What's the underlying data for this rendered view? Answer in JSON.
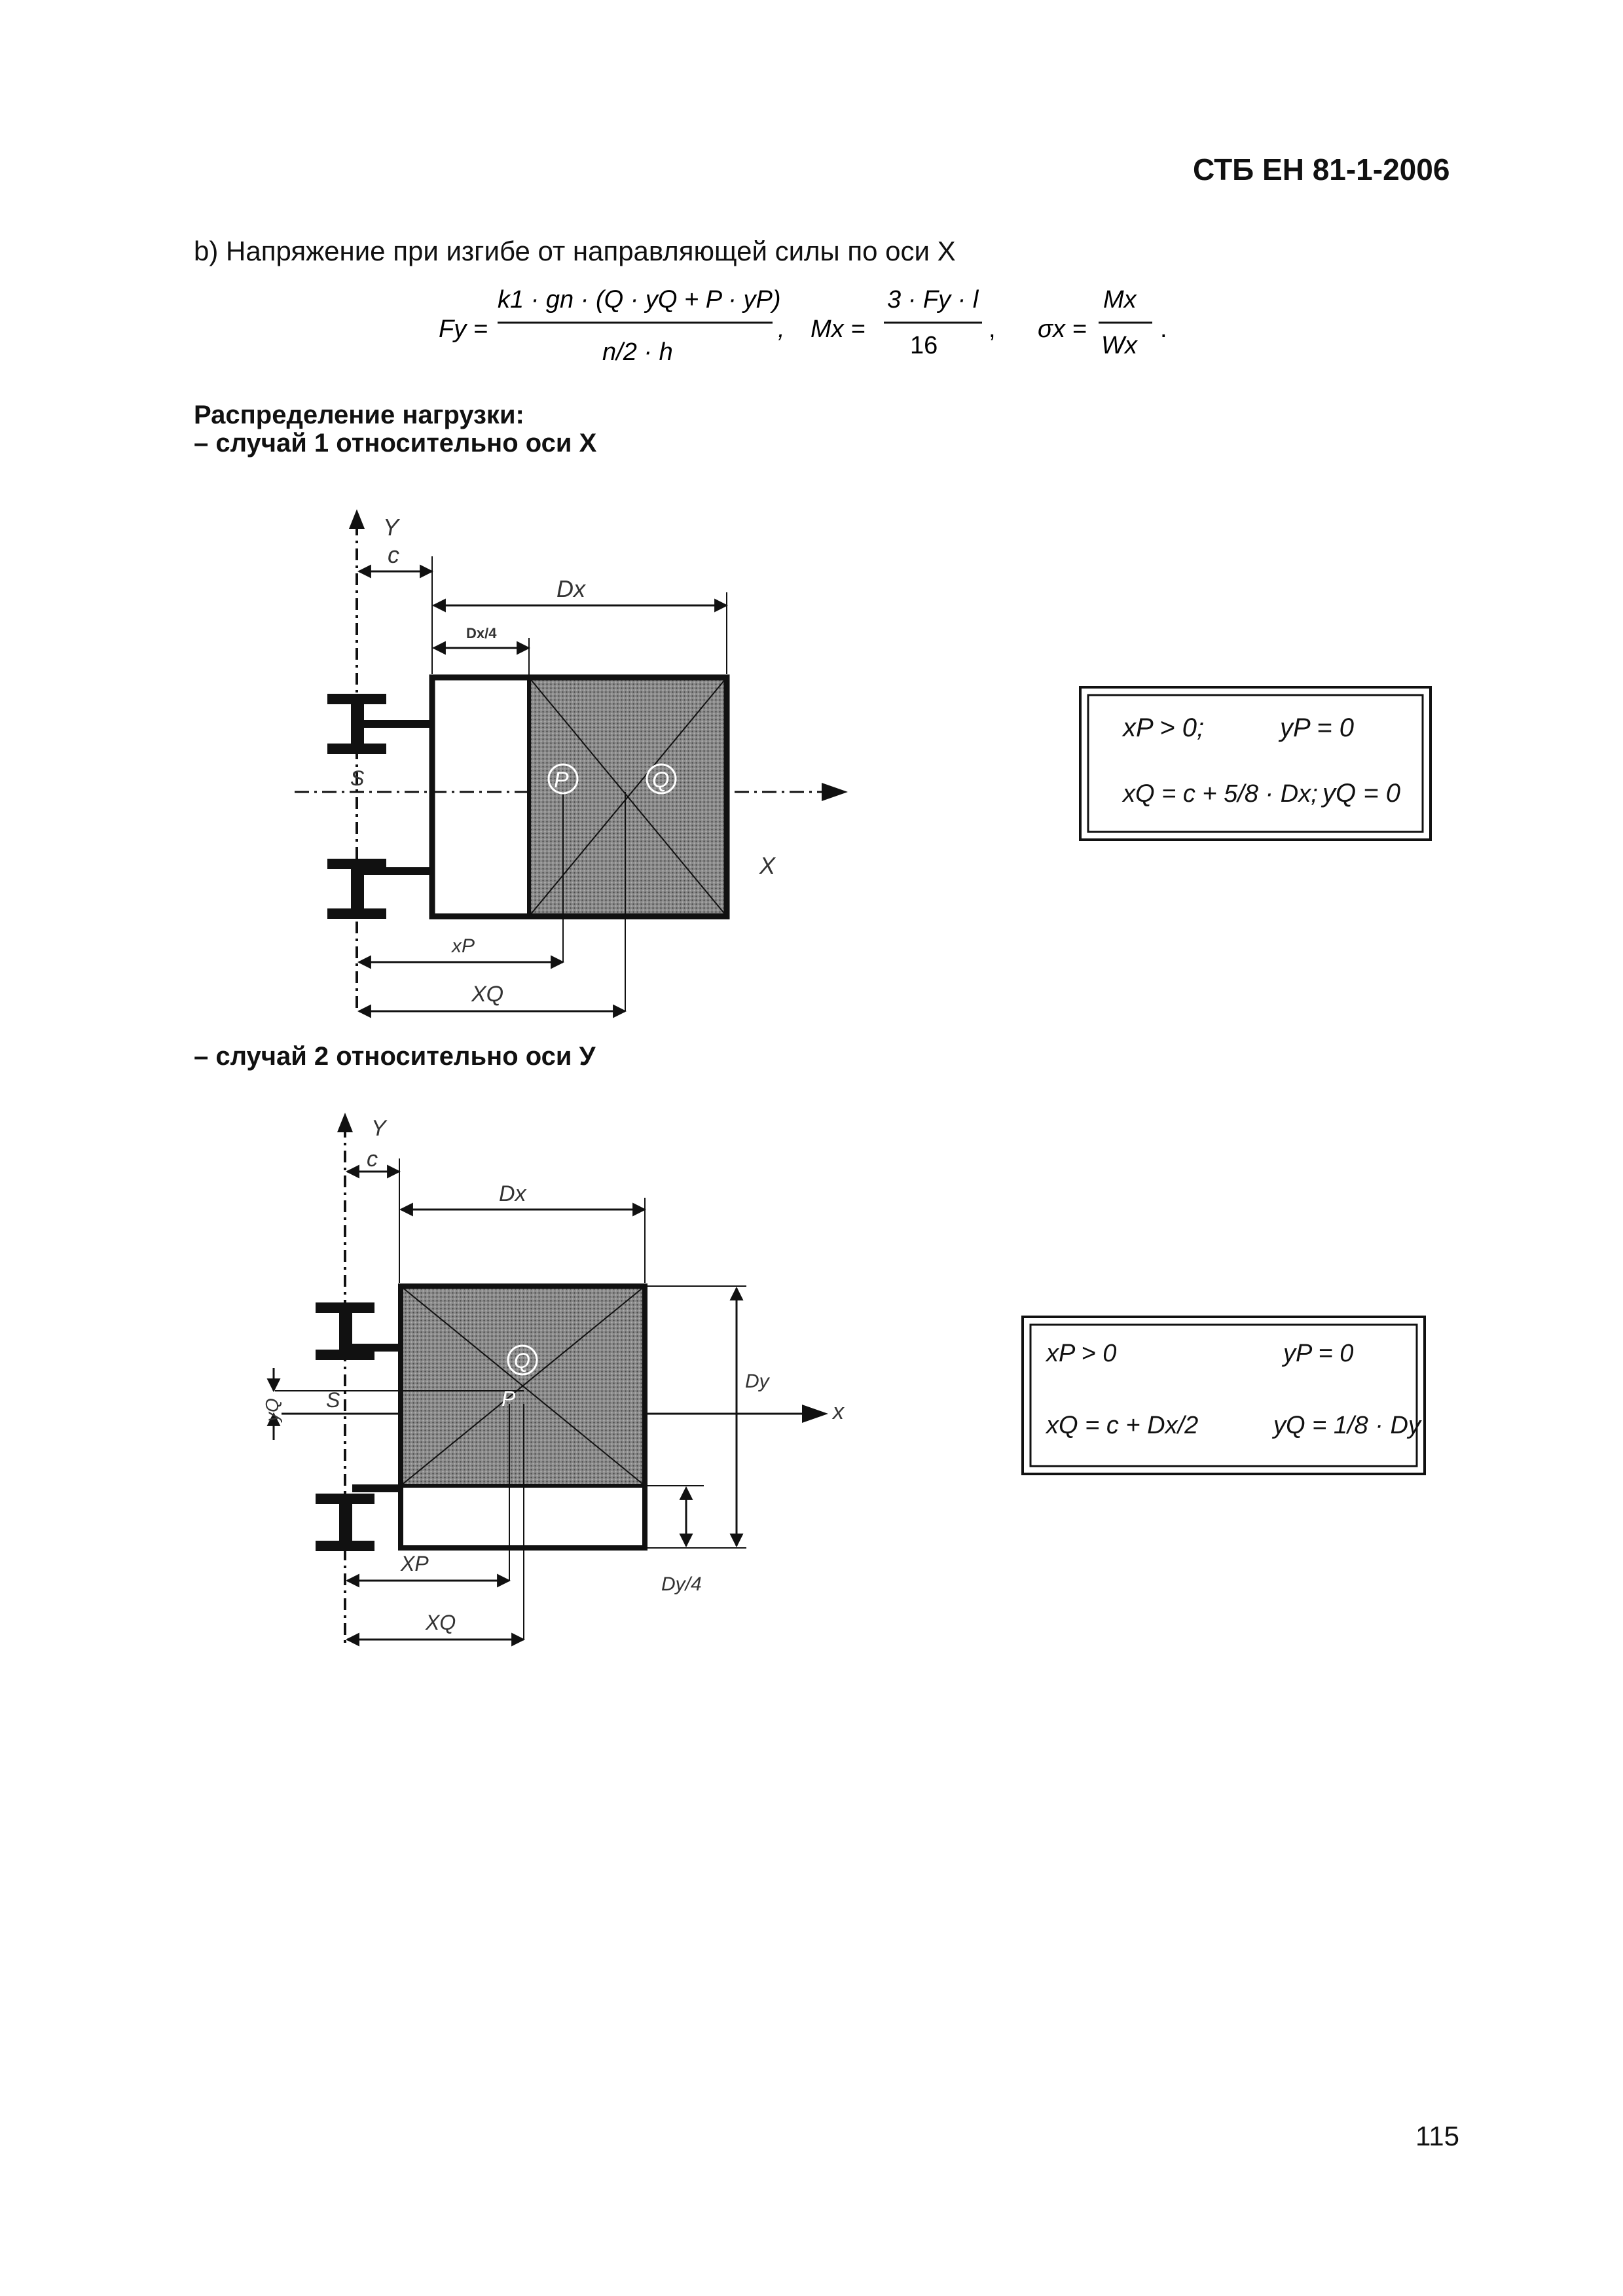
{
  "header": {
    "standard": "СТБ ЕН 81-1-2006"
  },
  "section_b": {
    "title": "b) Напряжение при изгибе от направляющей силы по оси X",
    "formula_Fy": {
      "lhs": "Fy =",
      "numerator": "k1 · gn · (Q · yQ + P · yP)",
      "denominator": "n/2 · h"
    },
    "formula_Mx": {
      "lhs": "Mx =",
      "numerator": "3 · Fy · l",
      "denominator": "16"
    },
    "formula_sigma": {
      "lhs": "σx =",
      "numerator": "Mx",
      "denominator": "Wx"
    }
  },
  "load_distribution": {
    "heading": "Распределение нагрузки:",
    "case1": "– случай 1 относительно оси X",
    "case2": "– случай 2 относительно оси У"
  },
  "diagram1": {
    "labels": {
      "Y": "Y",
      "c": "c",
      "Dx": "Dx",
      "Dx4": "Dx/4",
      "S": "S",
      "P": "P",
      "Q": "Q",
      "X": "X",
      "xP": "xP",
      "XQ": "XQ"
    },
    "formulas": {
      "xP": "xP > 0;",
      "yP": "yP = 0",
      "xQ": "xQ = c + 5/8 · Dx;",
      "yQ": "yQ = 0"
    }
  },
  "diagram2": {
    "labels": {
      "Y": "Y",
      "c": "c",
      "Dx": "Dx",
      "Dy": "Dy",
      "Dy4": "Dy/4",
      "S": "S",
      "P": "P",
      "Q": "Q",
      "x": "x",
      "yQ": "yQ",
      "XP": "XP",
      "XQ": "XQ"
    },
    "formulas": {
      "xP": "xP > 0",
      "yP": "yP = 0",
      "xQ": "xQ = c + Dx/2",
      "yQ": "yQ = 1/8 · Dy"
    }
  },
  "footer": {
    "page_number": "115"
  }
}
